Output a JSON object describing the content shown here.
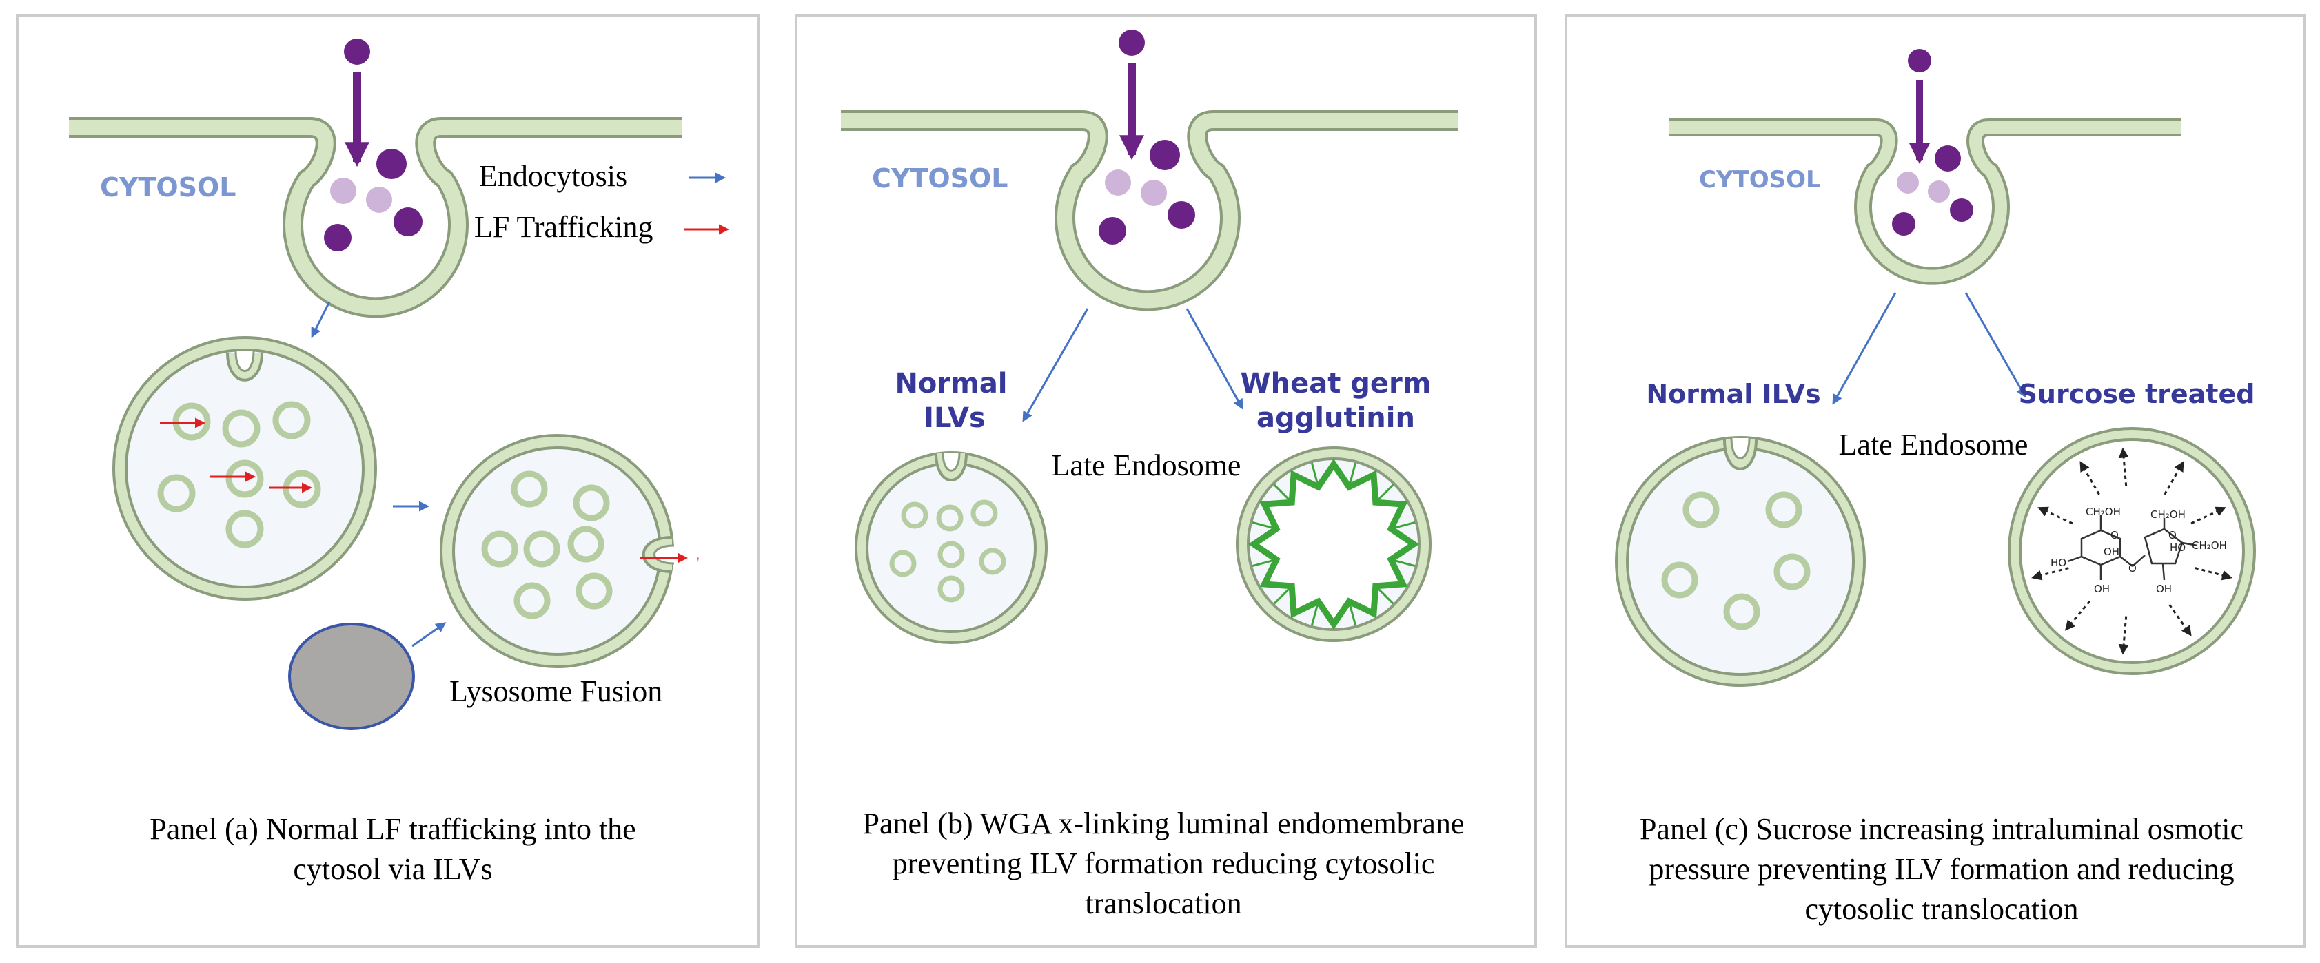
{
  "panel_a": {
    "cytosol": "CYTOSOL",
    "legend_endocytosis": "Endocytosis",
    "legend_trafficking": "LF Trafficking",
    "lysosome_fusion": "Lysosome Fusion",
    "caption_line1": "Panel (a) Normal LF trafficking into the",
    "caption_line2": "cytosol via ILVs"
  },
  "panel_b": {
    "cytosol": "CYTOSOL",
    "normal_line1": "Normal",
    "normal_line2": "ILVs",
    "wga_line1": "Wheat germ",
    "wga_line2": "agglutinin",
    "late_endosome": "Late Endosome",
    "caption_line1": "Panel (b) WGA x-linking luminal endomembrane",
    "caption_line2": "preventing ILV formation reducing cytosolic",
    "caption_line3": "translocation"
  },
  "panel_c": {
    "cytosol": "CYTOSOL",
    "normal": "Normal ILVs",
    "sucrose": "Surcose treated",
    "late_endosome": "Late Endosome",
    "caption_line1": "Panel (c) Sucrose increasing intraluminal osmotic",
    "caption_line2": "pressure preventing ILV formation and reducing",
    "caption_line3": "cytosolic translocation",
    "chem_ch2oh": "CH₂OH",
    "chem_oh": "OH",
    "chem_ho": "HO",
    "chem_o": "O"
  },
  "colors": {
    "membrane_fill": "#d6e6c5",
    "membrane_stroke": "#8a9c7c",
    "lumen": "#f3f6fb",
    "cargo_dark": "#6a2384",
    "cargo_light": "#cdb4d8",
    "arrow_blue": "#4472c4",
    "arrow_red": "#e02020",
    "wga_green": "#3aa637",
    "lysosome_fill": "#aaa7a7",
    "lysosome_stroke": "#3a56a8",
    "panel_border": "#cccccc"
  }
}
